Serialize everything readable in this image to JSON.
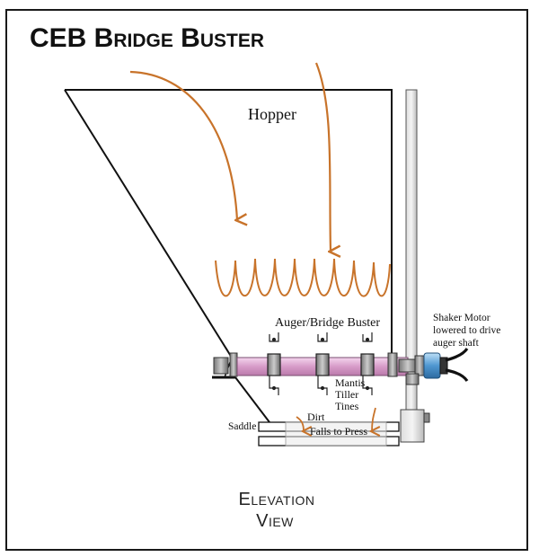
{
  "title": "CEB Bridge Buster",
  "labels": {
    "hopper": "Hopper",
    "auger": "Auger/Bridge Buster",
    "tines": [
      "Mantis",
      "Tiller",
      "Tines"
    ],
    "saddle": "Saddle",
    "dirt": [
      "Dirt",
      "Falls to Press"
    ],
    "motor": [
      "Shaker Motor",
      "lowered to drive",
      "auger shaft"
    ]
  },
  "view_label": [
    "Elevation",
    "View"
  ],
  "colors": {
    "arrow": "#c8732a",
    "shaft": "#e8b4dc",
    "motor": "#6fa8dc",
    "line": "#111111"
  }
}
